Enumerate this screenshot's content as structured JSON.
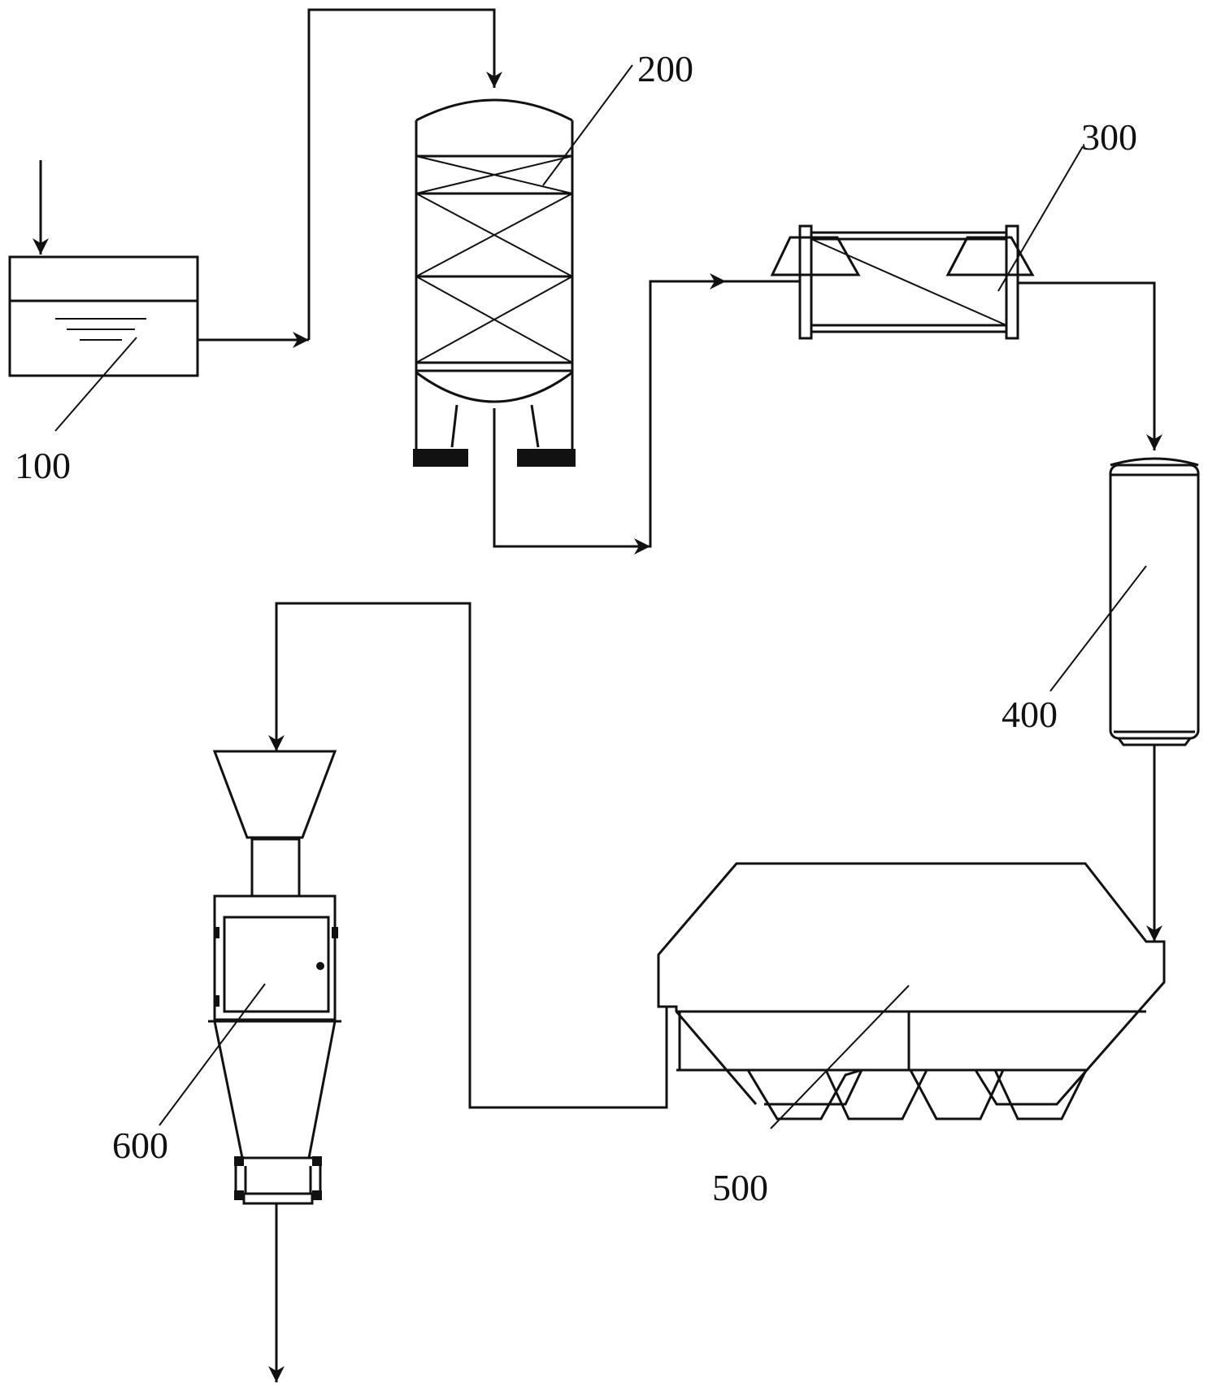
{
  "labels": {
    "tank": "100",
    "tower": "200",
    "heat_exchanger": "300",
    "vessel": "400",
    "dryer": "500",
    "separator": "600"
  }
}
